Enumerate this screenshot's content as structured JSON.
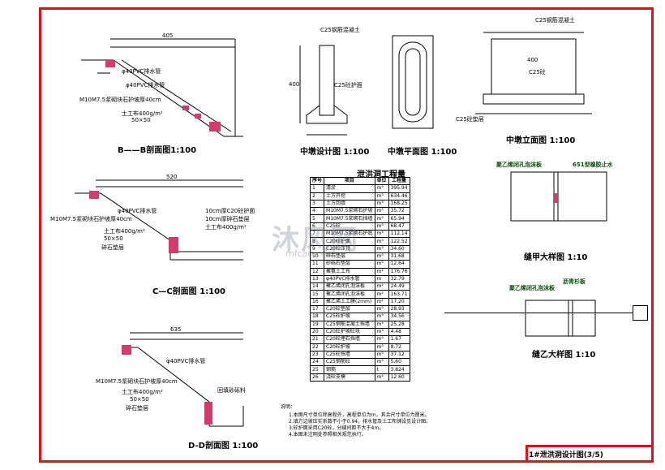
{
  "watermark": {
    "brand": "沐风网",
    "site": "mfcad.com"
  },
  "title_block": {
    "text": "1#泄洪洞设计图(3/5)"
  },
  "sections": {
    "bb": {
      "title": "B——B剖面图1:100",
      "pipe_label1": "φ40PVC排水管",
      "pipe_label2": "φ40PVC排水管",
      "mortar": "M10M7.5浆砌块石护坡厚40cm",
      "soil": "土工布400g/m²",
      "concrete": "50×50",
      "dim_top": "405"
    },
    "cc": {
      "title": "C—C剖面图 1:100",
      "pipe_label": "φ40PVC排水管",
      "mortar": "M10M7.5浆砌块石护坡厚40cm",
      "soil": "土工布400g/m²",
      "concrete": "50×50",
      "layer": "碎石垫层",
      "dim_top": "520",
      "note1": "10cm厚C20砼护面",
      "note2": "10cm厚碎石垫层",
      "note3": "土工布400g/m²"
    },
    "dd": {
      "title": "D-D剖面图 1:100",
      "pipe_label": "φ40PVC排水管",
      "mortar": "M10M7.5浆砌块石护坡厚40cm",
      "soil": "土工布400g/m²",
      "concrete": "50×50",
      "layer": "碎石垫层",
      "fill": "回填砂砾料",
      "dim_top": "635"
    }
  },
  "pier_design": {
    "title": "中墩设计图 1:100",
    "label_top": "C25钢筋混凝土",
    "label_mid": "C25砼护面",
    "dim": "400"
  },
  "pier_plan": {
    "title": "中墩平面图 1:100"
  },
  "pier_elev": {
    "title": "中墩立面图 1:100",
    "label_top": "C25钢筋混凝土",
    "label_mid": "C25砼",
    "label_bot": "C25砼垫层",
    "dim": "400"
  },
  "detail_a": {
    "title": "缝甲大样图 1:10",
    "label1": "聚乙烯闭孔泡沫板",
    "label2": "651型橡胶止水"
  },
  "detail_b": {
    "title": "缝乙大样图 1:10",
    "label1": "聚乙烯闭孔泡沫板",
    "label2": "沥青杉板"
  },
  "quantity_table": {
    "title": "泄洪洞工程量",
    "headers": [
      "序号",
      "项目",
      "单位",
      "工程量"
    ],
    "rows": [
      [
        "1",
        "清淤",
        "m³",
        "395.94"
      ],
      [
        "2",
        "土方开挖",
        "m³",
        "634.46"
      ],
      [
        "3",
        "土方回填",
        "m³",
        "168.25"
      ],
      [
        "4",
        "M10M7.5浆砌石护坡",
        "m³",
        "35.72"
      ],
      [
        "5",
        "M10M7.5浆砌石挡墙",
        "m³",
        "65.94"
      ],
      [
        "6",
        "C25砼",
        "m³",
        "68.47"
      ],
      [
        "7",
        "M10M7.5浆砌石护底",
        "m³",
        "112.14"
      ],
      [
        "8",
        "C20砼护面",
        "m³",
        "122.52"
      ],
      [
        "9",
        "C20砼压顶",
        "m³",
        "34.60"
      ],
      [
        "10",
        "碎石垫层",
        "m³",
        "31.68"
      ],
      [
        "11",
        "砂砾石垫层",
        "m³",
        "12.64"
      ],
      [
        "12",
        "聚氨土工布",
        "m²",
        "176.76"
      ],
      [
        "13",
        "φ40PVC排水管",
        "m",
        "32.79"
      ],
      [
        "14",
        "聚乙烯闭孔泡沫板",
        "m²",
        "24.49"
      ],
      [
        "15",
        "聚乙烯闭孔泡沫板",
        "m²",
        "163.71"
      ],
      [
        "16",
        "聚乙烯土工膜(2mm)",
        "m²",
        "17.20"
      ],
      [
        "17",
        "C20砼垫层",
        "m³",
        "28.93"
      ],
      [
        "18",
        "C25砼护坡",
        "m³",
        "34.56"
      ],
      [
        "19",
        "C25钢筋混凝土挡墙",
        "m³",
        "25.28"
      ],
      [
        "20",
        "C20砼护坡砼块",
        "m³",
        "4.48"
      ],
      [
        "21",
        "C20砼埋石挡墙",
        "m³",
        "1.67"
      ],
      [
        "22",
        "C20砼护坡",
        "m³",
        "8.72"
      ],
      [
        "23",
        "C25砼挡墙",
        "m³",
        "37.12"
      ],
      [
        "24",
        "C25钢筋砼",
        "m³",
        "5.60"
      ],
      [
        "25",
        "钢筋",
        "t",
        "3.824"
      ],
      [
        "26",
        "浇砼支模",
        "m²",
        "12.60"
      ]
    ]
  },
  "notes": {
    "head": "说明：",
    "lines": [
      "1.本图尺寸单位除高程外，高程单位为m，其余尺寸单位为厘米。",
      "2.填方边坡压实系数不小于0.94，排水管及土工布铺设见设计图。",
      "3.砼护面采用C20砼，分缝间距不大于4m。",
      "4.本图未注明处参照相关规范执行。"
    ]
  }
}
